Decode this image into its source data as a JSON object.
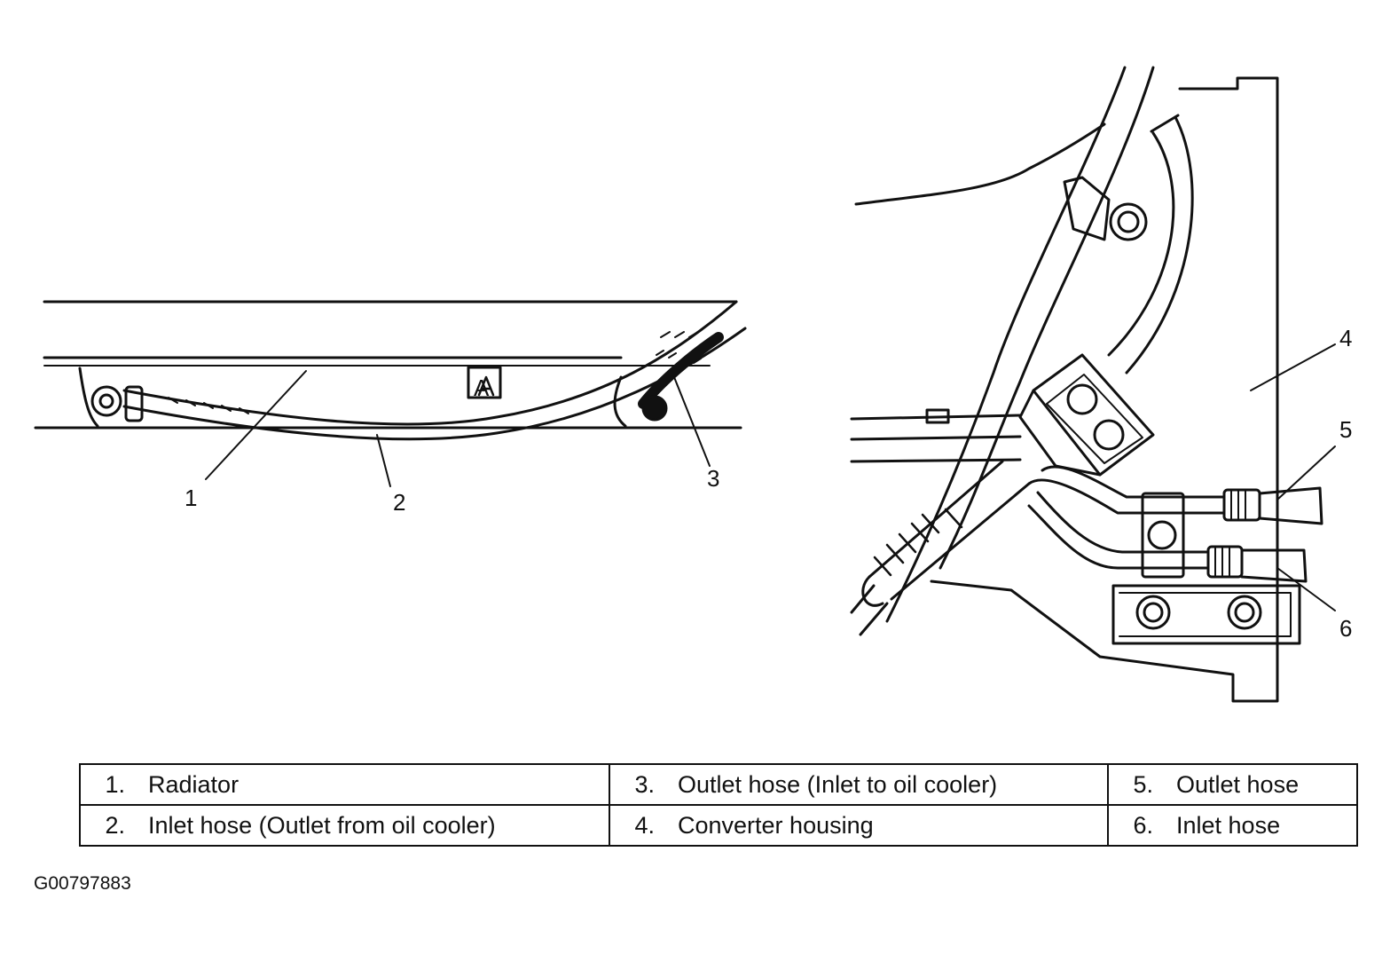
{
  "callouts": [
    "1",
    "2",
    "3",
    "4",
    "5",
    "6"
  ],
  "legend": [
    [
      {
        "num": "1.",
        "text": "Radiator"
      },
      {
        "num": "3.",
        "text": "Outlet hose (Inlet to oil cooler)"
      },
      {
        "num": "5.",
        "text": "Outlet hose"
      }
    ],
    [
      {
        "num": "2.",
        "text": "Inlet hose (Outlet from oil cooler)"
      },
      {
        "num": "4.",
        "text": "Converter housing"
      },
      {
        "num": "6.",
        "text": "Inlet hose"
      }
    ]
  ],
  "figure_id": "G00797883",
  "marks": {
    "radiator_tab": "A"
  }
}
